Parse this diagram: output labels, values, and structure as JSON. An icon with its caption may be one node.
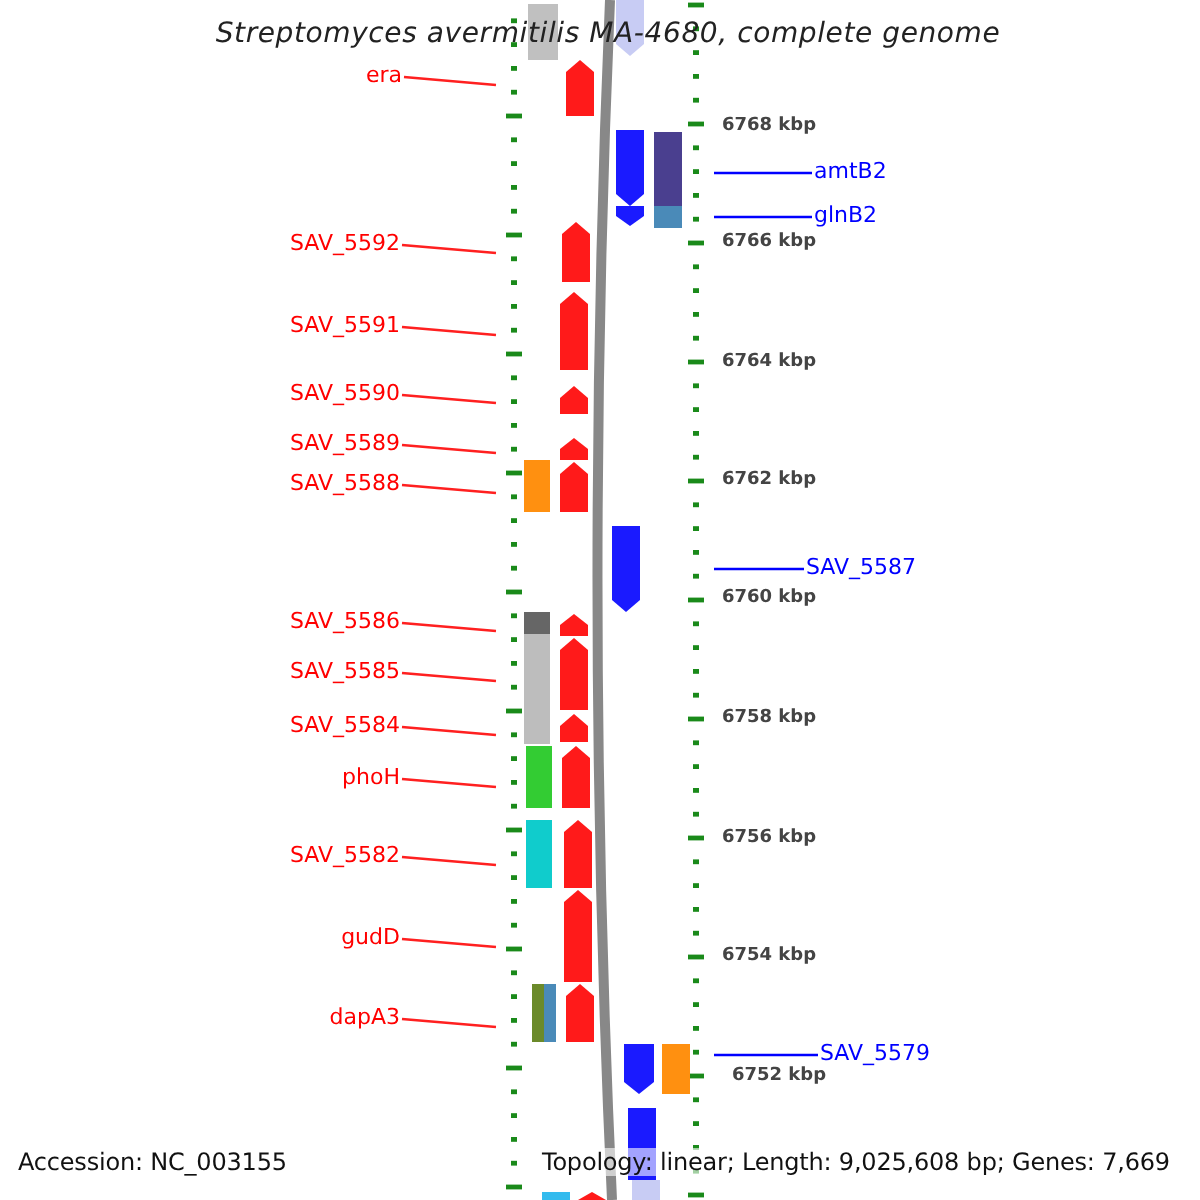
{
  "diagram": {
    "title": "Streptomyces avermitilis MA-4680, complete genome",
    "nodes": [
      {
        "text": [
          "era"
        ]
      },
      {
        "text": [
          "amtB2"
        ]
      },
      {
        "text": [
          "glnB2"
        ]
      },
      {
        "text": [
          "SAV_5592"
        ]
      },
      {
        "text": [
          "SAV_5591"
        ]
      },
      {
        "text": [
          "SAV_5590"
        ]
      },
      {
        "text": [
          "SAV_5589"
        ]
      },
      {
        "text": [
          "SAV_5588"
        ]
      },
      {
        "text": [
          "SAV_5587"
        ]
      },
      {
        "text": [
          "SAV_5586"
        ]
      },
      {
        "text": [
          "SAV_5585"
        ]
      },
      {
        "text": [
          "SAV_5584"
        ]
      },
      {
        "text": [
          "phoH"
        ]
      },
      {
        "text": [
          "SAV_5582"
        ]
      },
      {
        "text": [
          "gudD"
        ]
      },
      {
        "text": [
          "dapA3"
        ]
      },
      {
        "text": [
          "SAV_5579"
        ]
      }
    ],
    "edges": [
      {
        "from": 0,
        "to": null,
        "arrow": "none"
      },
      {
        "from": 1,
        "to": null,
        "arrow": "none",
        "color": "#0000ff"
      },
      {
        "from": 2,
        "to": null,
        "arrow": "none",
        "color": "#0000ff"
      },
      {
        "from": 3,
        "to": null,
        "arrow": "none"
      },
      {
        "from": 4,
        "to": null,
        "arrow": "none"
      },
      {
        "from": 5,
        "to": null,
        "arrow": "none"
      },
      {
        "from": 6,
        "to": null,
        "arrow": "none"
      },
      {
        "from": 7,
        "to": null,
        "arrow": "none"
      },
      {
        "from": 8,
        "to": null,
        "arrow": "none",
        "color": "#0000ff"
      },
      {
        "from": 9,
        "to": null,
        "arrow": "none"
      },
      {
        "from": 10,
        "to": null,
        "arrow": "none"
      },
      {
        "from": 11,
        "to": null,
        "arrow": "none"
      },
      {
        "from": 12,
        "to": null,
        "arrow": "none"
      },
      {
        "from": 13,
        "to": null,
        "arrow": "none"
      },
      {
        "from": 14,
        "to": null,
        "arrow": "none"
      },
      {
        "from": 15,
        "to": null,
        "arrow": "none"
      },
      {
        "from": 16,
        "to": null,
        "arrow": "none",
        "color": "#0000ff"
      }
    ],
    "labels": [
      "6768 kbp",
      "6766 kbp",
      "6764 kbp",
      "6762 kbp",
      "6760 kbp",
      "6758 kbp",
      "6756 kbp",
      "6754 kbp",
      "6752 kbp",
      "Accession: NC_003155",
      "Topology: linear; Length: 9,025,608 bp; Genes: 7,669"
    ]
  }
}
